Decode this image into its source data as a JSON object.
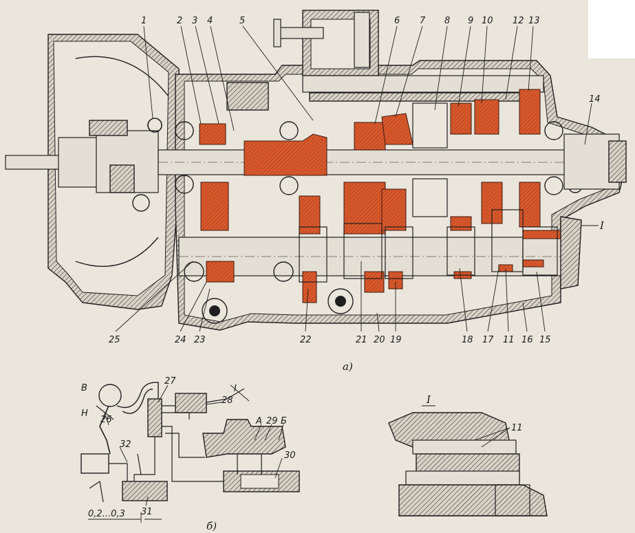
{
  "figure": {
    "caption_main": "а)",
    "caption_schematic": "б)",
    "caption_detail": "I",
    "section_marker": "I",
    "pressure_range": "0,2...0,3",
    "top_callouts": [
      "1",
      "2",
      "3",
      "4",
      "5",
      "6",
      "7",
      "8",
      "9",
      "10",
      "12",
      "13",
      "14"
    ],
    "bottom_callouts": [
      "25",
      "24",
      "23",
      "22",
      "21",
      "20",
      "19",
      "18",
      "17",
      "11",
      "16",
      "15"
    ],
    "schematic_labels": {
      "v": "В",
      "n": "Н",
      "p26": "26",
      "p27": "27",
      "p28": "28",
      "inlet": "I",
      "a": "А",
      "p29": "29",
      "b": "Б",
      "p30": "30",
      "p32": "32",
      "p31": "31"
    },
    "detail_label": "11"
  },
  "colors": {
    "paper": "#ebe6dc",
    "ink": "#1f1f1f",
    "gear_highlight": "#d8592c"
  }
}
